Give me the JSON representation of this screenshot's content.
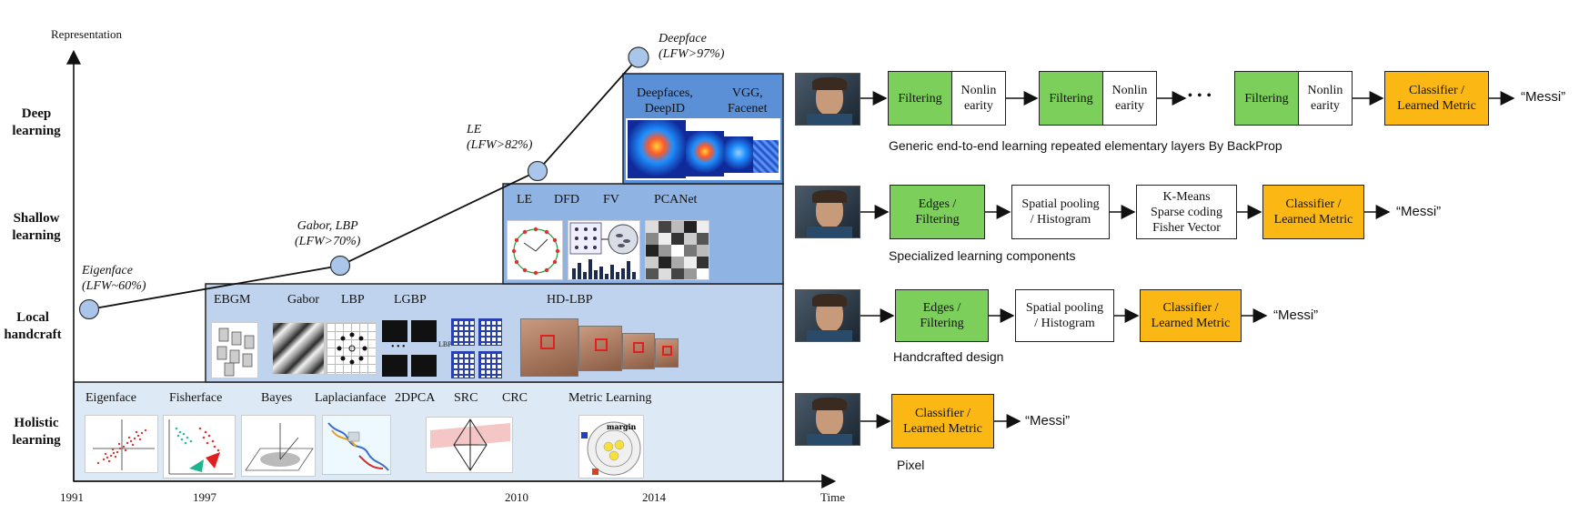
{
  "axes": {
    "y_label": "Representation",
    "x_label": "Time",
    "years": [
      "1991",
      "1997",
      "2010",
      "2014"
    ]
  },
  "categories": {
    "deep": [
      "Deep",
      "learning"
    ],
    "shallow": [
      "Shallow",
      "learning"
    ],
    "local": [
      "Local",
      "handcraft"
    ],
    "holistic": [
      "Holistic",
      "learning"
    ]
  },
  "milestones": [
    {
      "name": "Eigenface",
      "value": "(LFW~60%)"
    },
    {
      "name": "Gabor, LBP",
      "value": "(LFW>70%)"
    },
    {
      "name": "LE",
      "value": "(LFW>82%)"
    },
    {
      "name": "Deepface",
      "value": "(LFW>97%)"
    }
  ],
  "holistic_methods": [
    "Eigenface",
    "Fisherface",
    "Bayes",
    "Laplacianface",
    "2DPCA",
    "SRC",
    "CRC",
    "Metric Learning"
  ],
  "local_methods": [
    "EBGM",
    "Gabor",
    "LBP",
    "LGBP",
    "HD-LBP"
  ],
  "shallow_methods": [
    "LE",
    "DFD",
    "FV",
    "PCANet"
  ],
  "deep_methods": [
    "Deepfaces,",
    "DeepID",
    "VGG,",
    "Facenet"
  ],
  "thumb_text": {
    "dots": "• • •",
    "margin": "margin",
    "lbp_arrow": "LBP"
  },
  "pipelines": {
    "deep": {
      "steps": [
        [
          "Filtering"
        ],
        [
          "Nonlin",
          "earity"
        ],
        [
          "Filtering"
        ],
        [
          "Nonlin",
          "earity"
        ],
        [
          "Filtering"
        ],
        [
          "Nonlin",
          "earity"
        ],
        [
          "Classifier /",
          "Learned Metric"
        ]
      ],
      "ellipsis": "• • •",
      "output": "“Messi”",
      "caption": "Generic end-to-end learning repeated elementary layers By BackProp"
    },
    "shallow": {
      "steps": [
        [
          "Edges /",
          "Filtering"
        ],
        [
          "Spatial pooling",
          "/ Histogram"
        ],
        [
          "K-Means",
          "Sparse coding",
          "Fisher Vector"
        ],
        [
          "Classifier /",
          "Learned Metric"
        ]
      ],
      "output": "“Messi”",
      "caption": "Specialized learning components"
    },
    "handcrafted": {
      "steps": [
        [
          "Edges /",
          "Filtering"
        ],
        [
          "Spatial pooling",
          "/ Histogram"
        ],
        [
          "Classifier /",
          "Learned Metric"
        ]
      ],
      "output": "“Messi”",
      "caption": "Handcrafted design"
    },
    "pixel": {
      "steps": [
        [
          "Classifier /",
          "Learned Metric"
        ]
      ],
      "output": "“Messi”",
      "caption": "Pixel"
    }
  },
  "colors": {
    "holistic_panel": "#dde9f5",
    "local_panel": "#bfd3ee",
    "shallow_panel": "#8fb3e3",
    "deep_panel": "#5b8fd6",
    "milestone": "#a9c5ea",
    "filter_green": "#7ccf5a",
    "classifier_orange": "#fbb814"
  }
}
